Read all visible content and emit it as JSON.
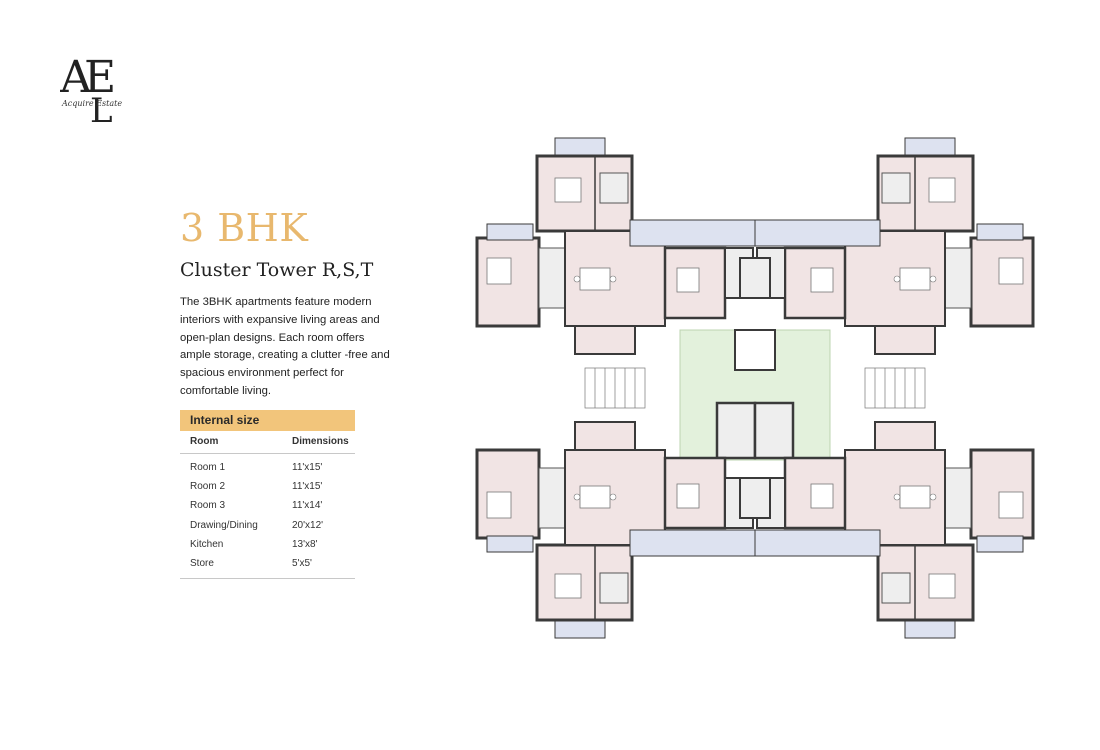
{
  "brand": {
    "logo_text": "AE",
    "logo_script": "Acquire Estate"
  },
  "heading": {
    "title": "3 BHK",
    "subtitle": "Cluster Tower R,S,T"
  },
  "description": "The 3BHK apartments feature modern interiors with expansive living areas and open-plan designs. Each room offers ample storage, creating a clutter -free and spacious environment perfect for comfortable living.",
  "internal_size": {
    "header": "Internal size",
    "columns": [
      "Room",
      "Dimensions"
    ],
    "rows": [
      {
        "room": "Room 1",
        "dimension": "11'x15'"
      },
      {
        "room": "Room 2",
        "dimension": "11'x15'"
      },
      {
        "room": "Room 3",
        "dimension": "11'x14'"
      },
      {
        "room": "Drawing/Dining",
        "dimension": "20'x12'"
      },
      {
        "room": "Kitchen",
        "dimension": "13'x8'"
      },
      {
        "room": "Store",
        "dimension": "5'x5'"
      }
    ]
  },
  "colors": {
    "accent": "#e8b86e",
    "table_header": "#f2c57b",
    "floor_pink": "#f1e4e4",
    "floor_blue": "#dde2f0",
    "floor_green": "#e3f1dc",
    "wall": "#3a3a3a"
  }
}
